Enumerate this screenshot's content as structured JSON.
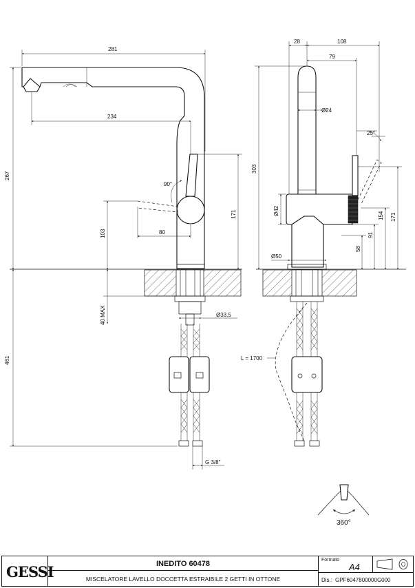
{
  "dimensions": {
    "d281": "281",
    "d234": "234",
    "d267": "267",
    "d90deg": "90°",
    "d80": "80",
    "d103": "103",
    "d171_left": "171",
    "d40max": "40 MAX",
    "d461": "461",
    "d33_5": "Ø33.5",
    "dG38": "G 3/8\"",
    "d28": "28",
    "d108": "108",
    "d79": "79",
    "d303": "303",
    "d24": "Ø24",
    "d25deg": "25°",
    "d42": "Ø42",
    "d154": "154",
    "d171_right": "171",
    "d91": "91",
    "d58": "58",
    "d50": "Ø50",
    "dL1700": "L = 1700",
    "d360": "360°"
  },
  "title_block": {
    "brand": "GESSI",
    "product": "INEDITO 60478",
    "description": "MISCELATORE LAVELLO DOCCETTA ESTRAIBILE 2 GETTI IN OTTONE",
    "format_label": "Formato",
    "format_value": "A4",
    "code_label": "Dis.:",
    "code_value": "GPF6047800000G000"
  }
}
